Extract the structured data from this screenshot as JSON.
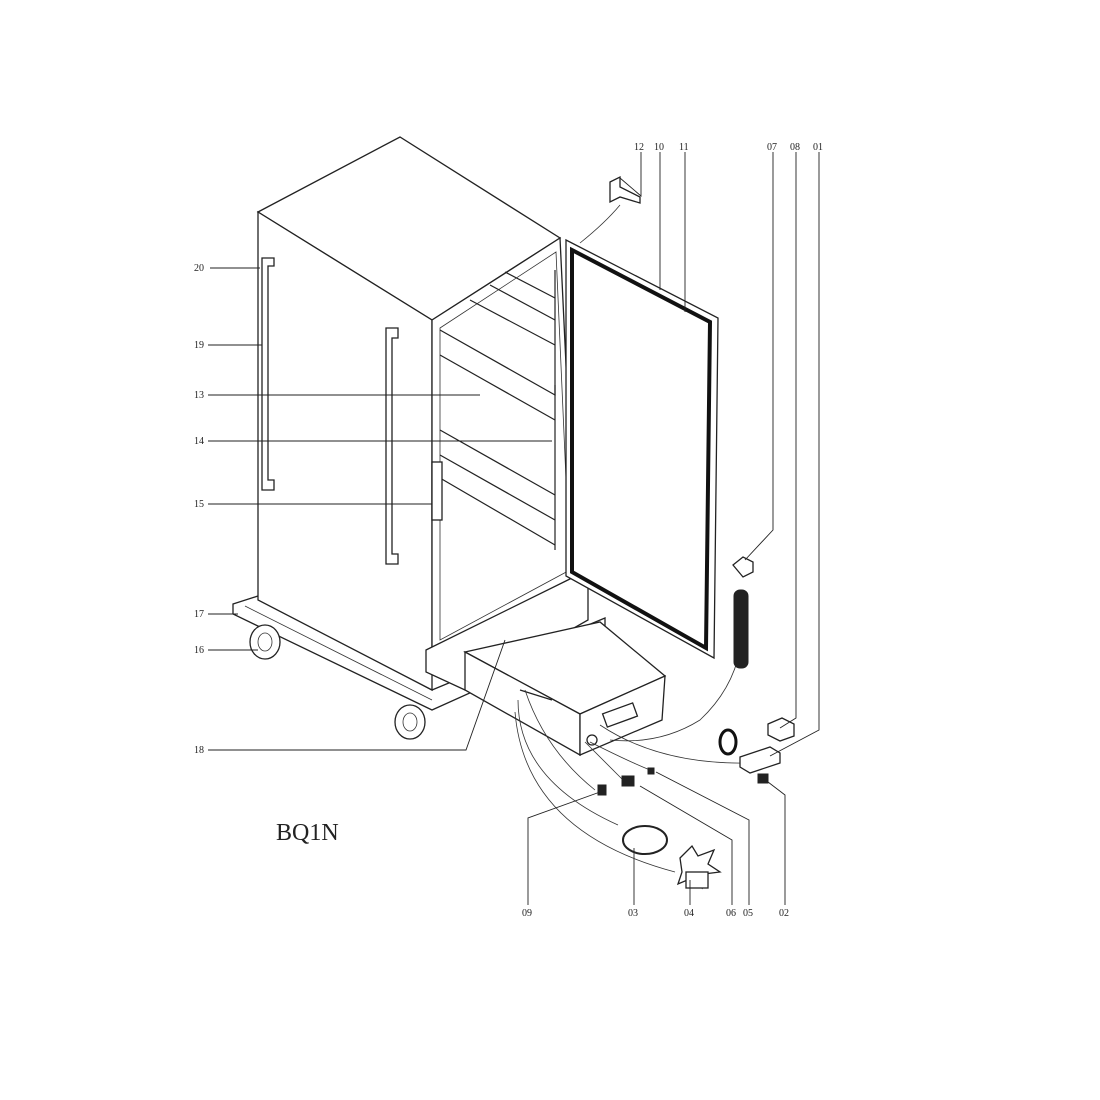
{
  "title": "BQ1N",
  "callouts": {
    "p01": "01",
    "p02": "02",
    "p03": "03",
    "p04": "04",
    "p05": "05",
    "p06": "06",
    "p07": "07",
    "p08": "08",
    "p09": "09",
    "p10": "10",
    "p11": "11",
    "p12": "12",
    "p13": "13",
    "p14": "14",
    "p15": "15",
    "p16": "16",
    "p17": "17",
    "p18": "18",
    "p19": "19",
    "p20": "20"
  }
}
